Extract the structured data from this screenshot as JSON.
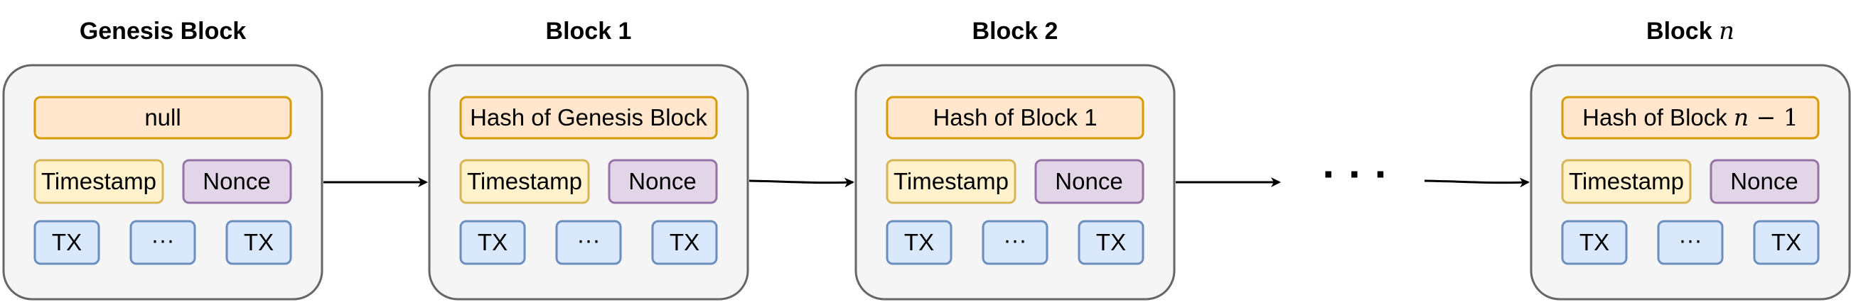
{
  "colors": {
    "block_fill": "#f5f5f5",
    "block_stroke": "#666666",
    "hash_fill": "#ffe6cc",
    "hash_stroke": "#d79b00",
    "timestamp_fill": "#fff2cc",
    "timestamp_stroke": "#d6b656",
    "nonce_fill": "#e1d5e7",
    "nonce_stroke": "#9673a6",
    "tx_fill": "#dae8fc",
    "tx_stroke": "#6c8ebf",
    "arrow": "#000000"
  },
  "blocks": [
    {
      "title": "Genesis Block",
      "title_var": "",
      "hash": {
        "prefix": "null",
        "var": "",
        "op": "",
        "num": ""
      },
      "timestamp": "Timestamp",
      "nonce": "Nonce",
      "tx": [
        "TX",
        "···",
        "TX"
      ]
    },
    {
      "title": "Block 1",
      "title_var": "",
      "hash": {
        "prefix": "Hash of Genesis Block",
        "var": "",
        "op": "",
        "num": ""
      },
      "timestamp": "Timestamp",
      "nonce": "Nonce",
      "tx": [
        "TX",
        "···",
        "TX"
      ]
    },
    {
      "title": "Block 2",
      "title_var": "",
      "hash": {
        "prefix": "Hash of Block 1",
        "var": "",
        "op": "",
        "num": ""
      },
      "timestamp": "Timestamp",
      "nonce": "Nonce",
      "tx": [
        "TX",
        "···",
        "TX"
      ]
    },
    {
      "title": "Block ",
      "title_var": "n",
      "hash": {
        "prefix": "Hash of Block ",
        "var": "n",
        "op": " − ",
        "num": "1"
      },
      "timestamp": "Timestamp",
      "nonce": "Nonce",
      "tx": [
        "TX",
        "···",
        "TX"
      ]
    }
  ],
  "ellipsis": "· · ·"
}
